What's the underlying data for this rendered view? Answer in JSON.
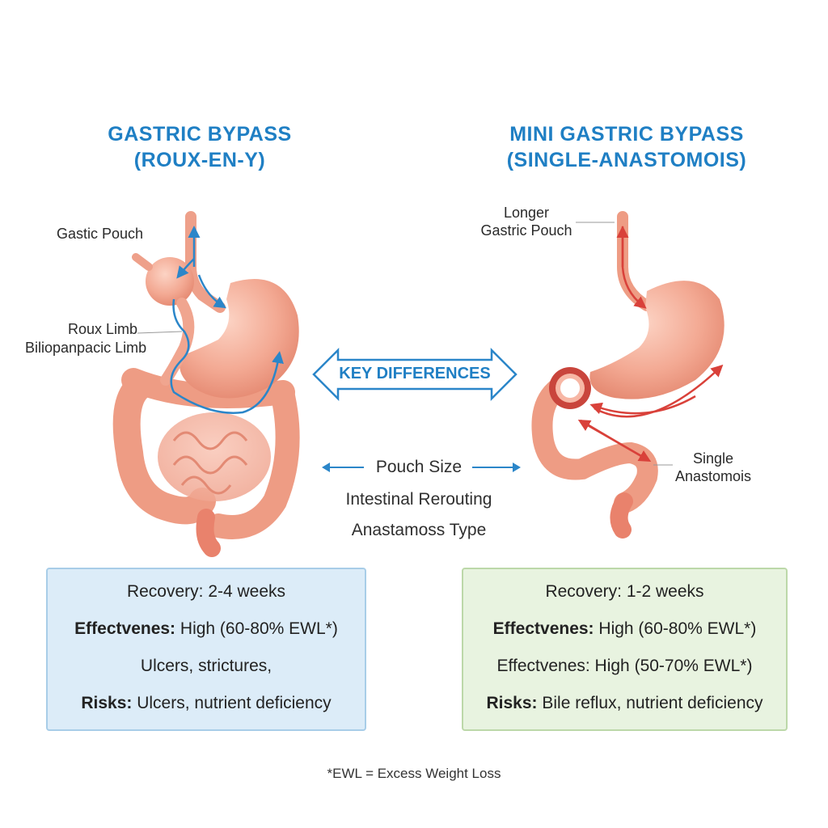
{
  "left": {
    "title_line1": "GASTRIC BYPASS",
    "title_line2": "(ROUX-EN-Y)",
    "labels": {
      "pouch": "Gastic Pouch",
      "roux_limb": "Roux Limb",
      "bilio_limb": "Biliopanpacic Limb"
    },
    "panel": {
      "recovery": "Recovery: 2-4 weeks",
      "effect_label": "Effectvenes:",
      "effect_value": "High (60-80% EWL*)",
      "line3": "Ulcers, strictures,",
      "risks_label": "Risks:",
      "risks_value": "Ulcers, nutrient deficiency"
    }
  },
  "right": {
    "title_line1": "MINI GASTRIC BYPASS",
    "title_line2": "(SINGLE-ANASTOMOIS)",
    "labels": {
      "pouch_line1": "Longer",
      "pouch_line2": "Gastric Pouch",
      "anast_line1": "Single",
      "anast_line2": "Anastomois"
    },
    "panel": {
      "recovery": "Recovery: 1-2 weeks",
      "effect_label": "Effectvenes:",
      "effect_value": "High (60-80% EWL*)",
      "line3": "Effectvenes: High (50-70% EWL*)",
      "risks_label": "Risks:",
      "risks_value": "Bile reflux, nutrient deficiency"
    }
  },
  "center": {
    "key_differences": "KEY DIFFERENCES",
    "items": [
      "Pouch Size",
      "Intestinal Rerouting",
      "Anastamoss Type"
    ]
  },
  "footnote": "*EWL = Excess Weight Loss",
  "colors": {
    "title_blue": "#1f7fc4",
    "arrow_blue": "#2b86c9",
    "arrow_red": "#d9413a",
    "organ": "#f2a894",
    "left_panel": "#dcecf8",
    "right_panel": "#e8f3e0"
  }
}
